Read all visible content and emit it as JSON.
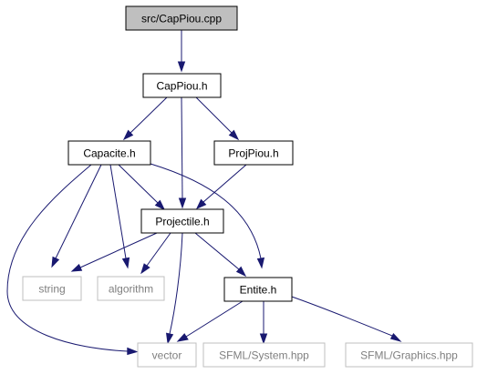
{
  "colors": {
    "edge": "#191970",
    "node_border": "#000000",
    "ext_border": "#bfbfbf",
    "ext_text": "#7f7f7f",
    "root_fill": "#bfbfbf",
    "node_fill": "#ffffff"
  },
  "nodes": {
    "src_cappiou_cpp": {
      "label": "src/CapPiou.cpp"
    },
    "cappiou_h": {
      "label": "CapPiou.h"
    },
    "capacite_h": {
      "label": "Capacite.h"
    },
    "projpiou_h": {
      "label": "ProjPiou.h"
    },
    "projectile_h": {
      "label": "Projectile.h"
    },
    "string": {
      "label": "string"
    },
    "algorithm": {
      "label": "algorithm"
    },
    "entite_h": {
      "label": "Entite.h"
    },
    "vector": {
      "label": "vector"
    },
    "sfml_system_hpp": {
      "label": "SFML/System.hpp"
    },
    "sfml_graphics_hpp": {
      "label": "SFML/Graphics.hpp"
    }
  },
  "edges": [
    {
      "from": "src/CapPiou.cpp",
      "to": "CapPiou.h"
    },
    {
      "from": "CapPiou.h",
      "to": "Capacite.h"
    },
    {
      "from": "CapPiou.h",
      "to": "Projectile.h"
    },
    {
      "from": "CapPiou.h",
      "to": "ProjPiou.h"
    },
    {
      "from": "Capacite.h",
      "to": "Projectile.h"
    },
    {
      "from": "Capacite.h",
      "to": "string"
    },
    {
      "from": "Capacite.h",
      "to": "algorithm"
    },
    {
      "from": "Capacite.h",
      "to": "Entite.h"
    },
    {
      "from": "Capacite.h",
      "to": "vector"
    },
    {
      "from": "ProjPiou.h",
      "to": "Projectile.h"
    },
    {
      "from": "Projectile.h",
      "to": "string"
    },
    {
      "from": "Projectile.h",
      "to": "algorithm"
    },
    {
      "from": "Projectile.h",
      "to": "Entite.h"
    },
    {
      "from": "Projectile.h",
      "to": "vector"
    },
    {
      "from": "Entite.h",
      "to": "vector"
    },
    {
      "from": "Entite.h",
      "to": "SFML/System.hpp"
    },
    {
      "from": "Entite.h",
      "to": "SFML/Graphics.hpp"
    }
  ]
}
